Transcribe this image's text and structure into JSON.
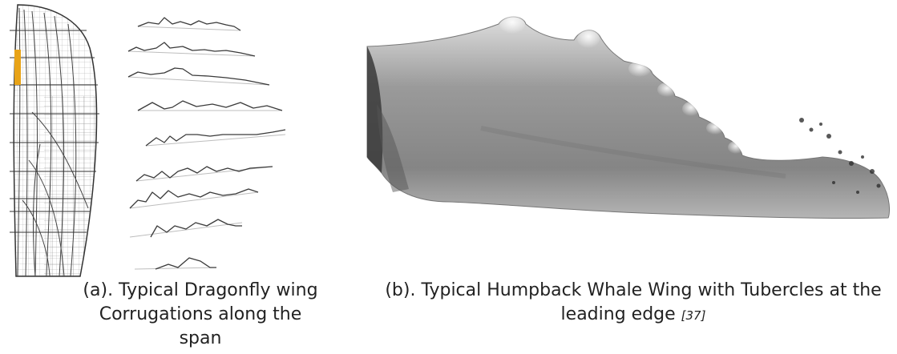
{
  "figure": {
    "panel_a": {
      "caption_line1": "(a). Typical Dragonfly wing",
      "caption_line2": "Corrugations along the span",
      "highlight_color": "#e8a317"
    },
    "panel_b": {
      "caption_line1": "(b). Typical Humpback Whale Wing with Tubercles at the",
      "caption_line2": "leading edge",
      "reference": "[37]"
    }
  }
}
